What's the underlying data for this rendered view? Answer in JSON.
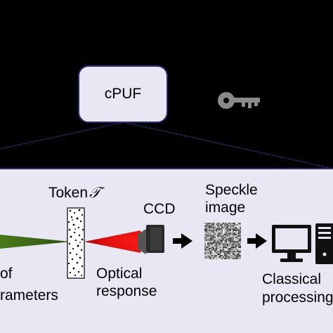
{
  "cpuf_box": {
    "label": "cPUF"
  },
  "key_icon": {
    "name": "key-icon",
    "color": "#8a8a8a"
  },
  "panel": {
    "background": "#e9e7f3",
    "border_color": "#2a2b74"
  },
  "token": {
    "label": "Token",
    "symbol": "𝒯"
  },
  "ccd": {
    "label": "CCD"
  },
  "speckle": {
    "line1": "Speckle",
    "line2": "image"
  },
  "optical_response": {
    "line1": "Optical",
    "line2": "response"
  },
  "classical": {
    "line1": "Classical",
    "line2": "processing"
  },
  "parameters": {
    "line1": "of",
    "line2": "rameters"
  },
  "colors": {
    "green_beam": "#3f6b1a",
    "red_beam": "#e01010",
    "connector_line": "#2a2b74",
    "arrow": "#000000"
  }
}
